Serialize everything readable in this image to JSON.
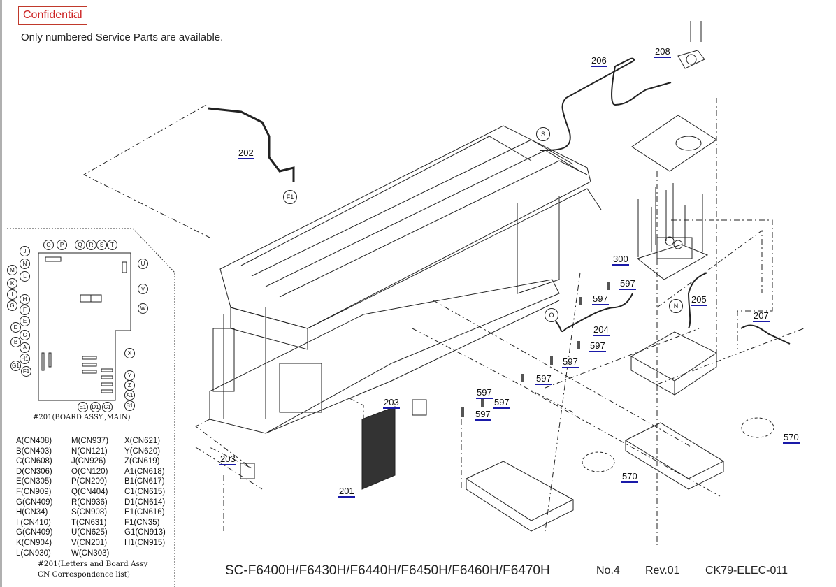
{
  "header": {
    "confidential_label": "Confidential",
    "notice": "Only numbered Service Parts are available."
  },
  "part_numbers": {
    "p202": "202",
    "p206": "206",
    "p208": "208",
    "p300": "300",
    "p597a": "597",
    "p597b": "597",
    "p597c": "597",
    "p597d": "597",
    "p597e": "597",
    "p597f": "597",
    "p597g": "597",
    "p204": "204",
    "p205": "205",
    "p207": "207",
    "p203a": "203",
    "p203b": "203",
    "p201": "201",
    "p570a": "570",
    "p570b": "570"
  },
  "callouts": {
    "S": "S",
    "F1": "F1",
    "O": "O",
    "N": "N"
  },
  "board": {
    "caption": "#201(BOARD ASSY.,MAIN)",
    "top_labels": [
      "O",
      "P",
      "Q",
      "R",
      "S",
      "T"
    ],
    "left_labels": [
      "J",
      "N",
      "M",
      "L",
      "K",
      "I",
      "H",
      "G",
      "F",
      "E",
      "D",
      "C",
      "B",
      "A",
      "H1",
      "G1",
      "F1"
    ],
    "right_labels": [
      "U",
      "V",
      "W",
      "X",
      "Y",
      "Z",
      "A1",
      "B1"
    ],
    "bottom_labels": [
      "E1",
      "D1",
      "C1"
    ]
  },
  "cn_correspondence": {
    "col1": [
      "A(CN408)",
      "B(CN403)",
      "C(CN608)",
      "D(CN306)",
      "E(CN305)",
      "F(CN909)",
      "G(CN409)",
      "H(CN34)",
      "I (CN410)",
      "G(CN409)",
      "K(CN904)",
      "L(CN930)"
    ],
    "col2": [
      "M(CN937)",
      "N(CN121)",
      "J(CN926)",
      "O(CN120)",
      "P(CN209)",
      "Q(CN404)",
      "R(CN936)",
      "S(CN908)",
      "T(CN631)",
      "U(CN625)",
      "V(CN201)",
      "W(CN303)"
    ],
    "col3": [
      "X(CN621)",
      "Y(CN620)",
      "Z(CN619)",
      "A1(CN618)",
      "B1(CN617)",
      "C1(CN615)",
      "D1(CN614)",
      "E1(CN616)",
      "F1(CN35)",
      "G1(CN913)",
      "H1(CN915)"
    ],
    "note_line1": "#201(Letters and Board Assy",
    "note_line2": "CN Correspondence list)"
  },
  "footer": {
    "model": "SC-F6400H/F6430H/F6440H/F6450H/F6460H/F6470H",
    "page_no": "No.4",
    "revision": "Rev.01",
    "doc_code": "CK79-ELEC-011"
  },
  "colors": {
    "confidential": "#cc2222",
    "part_underline": "#1a1aa8"
  }
}
